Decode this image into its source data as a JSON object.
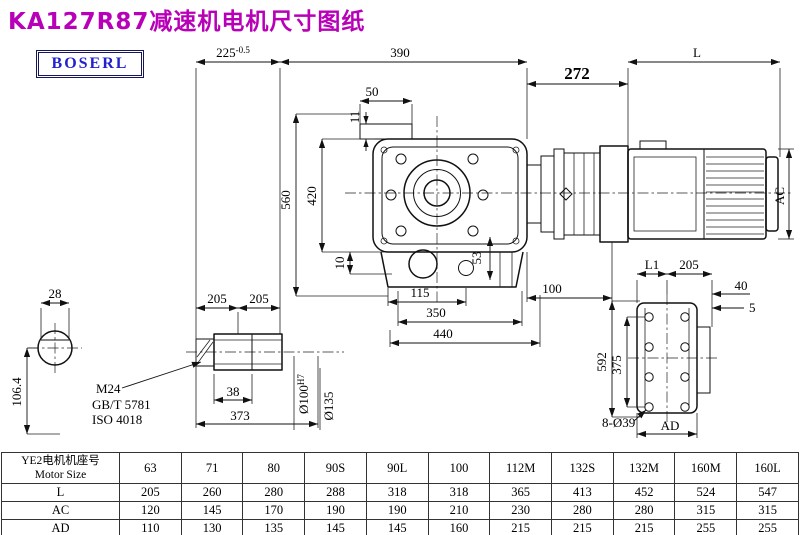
{
  "title": "KA127R87减速机电机尺寸图纸",
  "logo": "BOSERL",
  "dims": {
    "w225": "225",
    "w225_tol": "-0.5",
    "w390": "390",
    "w272": "272",
    "wL": "L",
    "w50": "50",
    "h11": "11",
    "h560": "560",
    "h420": "420",
    "h10": "10",
    "h53": "53",
    "w115": "115",
    "w100": "100",
    "w350": "350",
    "w440": "440",
    "ac": "AC",
    "w28": "28",
    "h106": "106.4",
    "s205a": "205",
    "s205b": "205",
    "m24": "M24",
    "gbt": "GB/T 5781",
    "iso": "ISO 4018",
    "w38": "38",
    "w373": "373",
    "bore": "Ø100",
    "bore_fit": "H7",
    "hub": "Ø135",
    "l1": "L1",
    "r205": "205",
    "r40": "40",
    "r5": "5",
    "h592": "592",
    "h375": "375",
    "bolts": "8-Ø39",
    "ad": "AD"
  },
  "table": {
    "header_cn": "YE2电机机座号",
    "header_en": "Motor Size",
    "sizes": [
      "63",
      "71",
      "80",
      "90S",
      "90L",
      "100",
      "112M",
      "132S",
      "132M",
      "160M",
      "160L"
    ],
    "rows": [
      {
        "label": "L",
        "values": [
          "205",
          "260",
          "280",
          "288",
          "318",
          "318",
          "365",
          "413",
          "452",
          "524",
          "547"
        ]
      },
      {
        "label": "AC",
        "values": [
          "120",
          "145",
          "170",
          "190",
          "190",
          "210",
          "230",
          "280",
          "280",
          "315",
          "315"
        ]
      },
      {
        "label": "AD",
        "values": [
          "110",
          "130",
          "135",
          "145",
          "145",
          "160",
          "215",
          "215",
          "215",
          "255",
          "255"
        ]
      }
    ]
  }
}
